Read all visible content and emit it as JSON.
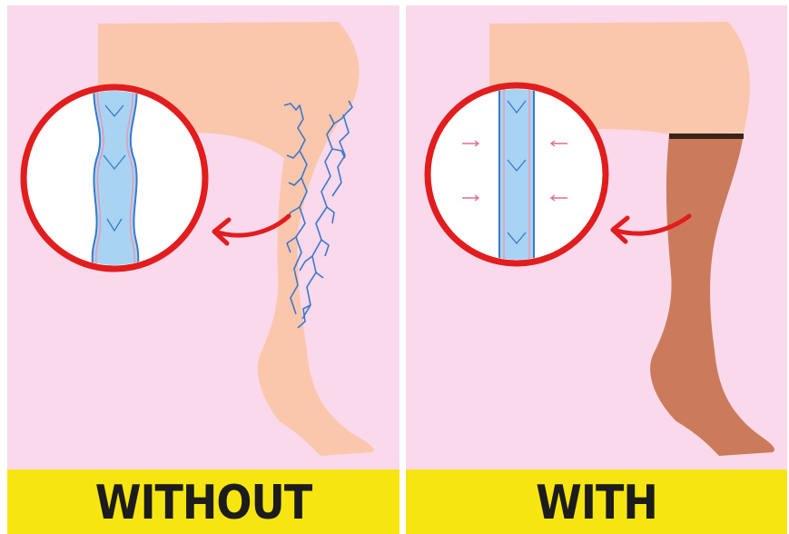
{
  "panels": [
    {
      "id": "without",
      "label": "WITHOUT"
    },
    {
      "id": "with",
      "label": "WITH"
    }
  ],
  "colors": {
    "background": "#fbd9ec",
    "label_bar": "#f7e512",
    "skin": "#fbc7ac",
    "stocking": "#cb7b5b",
    "stocking_band": "#3a2418",
    "magnifier_ring": "#e11d1d",
    "vein_fill": "#a9d3f2",
    "vein_stroke": "#3b78c9",
    "arrow": "#e11d1d",
    "label_text": "#1c1c1c"
  }
}
